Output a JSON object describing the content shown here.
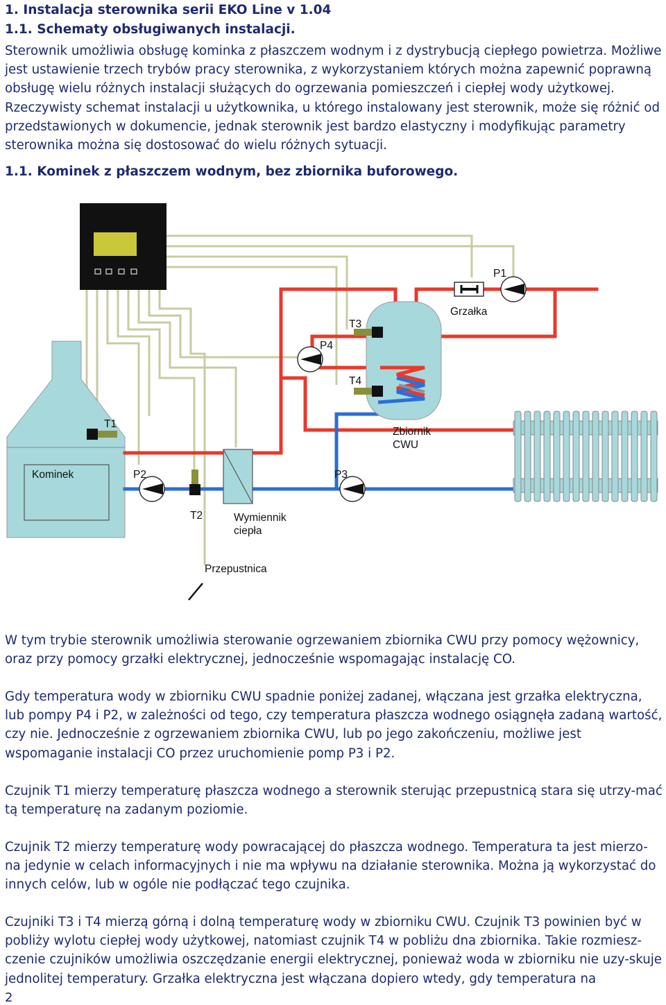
{
  "heading1": "1. Instalacja sterownika serii EKO Line v 1.04",
  "heading2": "1.1. Schematy obsługiwanych instalacji.",
  "intro": "Sterownik umożliwia obsługę kominka z płaszczem wodnym i z dystrybucją ciepłego powietrza. Możliwe jest ustawienie trzech trybów pracy sterownika, z wykorzystaniem których można zapewnić poprawną obsługę wielu różnych instalacji służących do ogrzewania pomieszczeń i ciepłej wody użytkowej. Rzeczywisty schemat instalacji u użytkownika, u którego instalowany jest sterownik, może się różnić od przedstawionych w dokumencie, jednak sterownik jest bardzo elastyczny i modyfikując parametry sterownika można się dostosować do wielu różnych sytuacji.",
  "heading3": "1.1. Kominek z płaszczem wodnym, bez zbiornika buforowego.",
  "diagram": {
    "labels": {
      "kominek": "Kominek",
      "t1": "T1",
      "t2": "T2",
      "t3": "T3",
      "t4": "T4",
      "p1": "P1",
      "p2": "P2",
      "p3": "P3",
      "p4": "P4",
      "grzalka": "Grzałka",
      "zbiornik_1": "Zbiornik",
      "zbiornik_2": "CWU",
      "wymiennik_1": "Wymiennik",
      "wymiennik_2": "ciepła",
      "przepustnica": "Przepustnica"
    },
    "colors": {
      "hot_pipe": "#e8392a",
      "cold_pipe": "#2a6fd6",
      "equipment": "#a7d8dc",
      "wiring": "#c8cba0",
      "controller": "#111111",
      "display": "#c8c83a"
    }
  },
  "paragraphs": [
    "W tym trybie sterownik umożliwia sterowanie ogrzewaniem zbiornika CWU przy pomocy wężownicy, oraz przy pomocy grzałki elektrycznej, jednocześnie wspomagając instalację CO.",
    "Gdy temperatura wody w zbiorniku CWU spadnie poniżej zadanej, włączana jest grzałka elektryczna, lub pompy P4 i P2, w zależności od tego, czy temperatura płaszcza wodnego osiągnęła zadaną wartość, czy nie. Jednocześnie z ogrzewaniem zbiornika CWU, lub po jego zakończeniu, możliwe jest wspomaganie instalacji CO przez uruchomienie pomp P3 i P2.",
    "Czujnik T1 mierzy temperaturę płaszcza wodnego a sterownik sterując przepustnicą stara się utrzy-mać tą temperaturę na zadanym poziomie.",
    "Czujnik T2 mierzy temperaturę wody powracającej do płaszcza wodnego. Temperatura ta jest mierzo-na jedynie w celach informacyjnych i nie ma wpływu na działanie sterownika. Można ją wykorzystać do innych celów, lub w ogóle nie podłączać tego czujnika.",
    "Czujniki T3 i T4 mierzą górną i dolną temperaturę wody w zbiorniku CWU. Czujnik T3 powinien być w pobliży wylotu ciepłej wody użytkowej, natomiast czujnik T4 w pobliżu dna zbiornika. Takie rozmiesz-czenie czujników umożliwia oszczędzanie energii elektrycznej, ponieważ woda w zbiorniku nie uzy-skuje jednolitej temperatury. Grzałka elektryczna jest włączana dopiero wtedy, gdy temperatura na"
  ],
  "page_number": "2"
}
